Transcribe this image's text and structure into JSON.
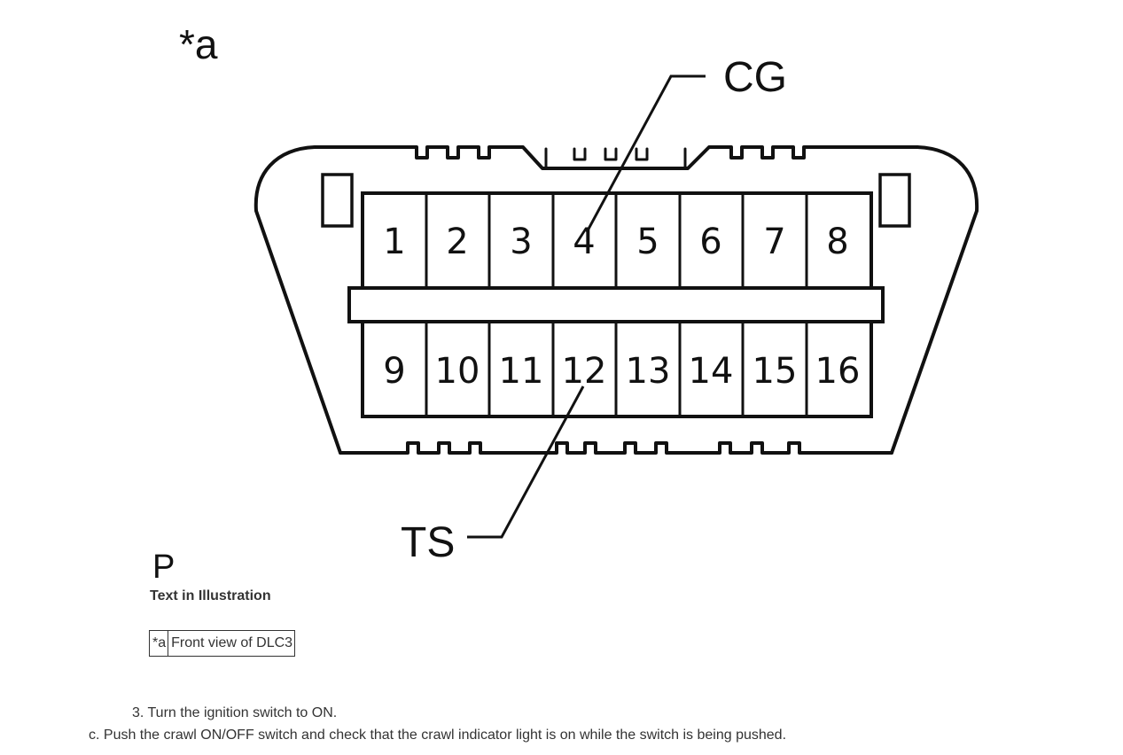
{
  "illustration": {
    "ref_label": "*a",
    "callouts": {
      "cg": "CG",
      "ts": "TS"
    },
    "pins_top": [
      "1",
      "2",
      "3",
      "4",
      "5",
      "6",
      "7",
      "8"
    ],
    "pins_bottom": [
      "9",
      "10",
      "11",
      "12",
      "13",
      "14",
      "15",
      "16"
    ],
    "corner_letter": "P"
  },
  "legend": {
    "title": "Text in Illustration",
    "rows": [
      {
        "key": "*a",
        "text": "Front view of DLC3"
      }
    ]
  },
  "steps": {
    "step_3": "3. Turn the ignition switch to ON.",
    "step_c": "c. Push the crawl ON/OFF switch and check that the crawl indicator light is on while the switch is being pushed."
  }
}
